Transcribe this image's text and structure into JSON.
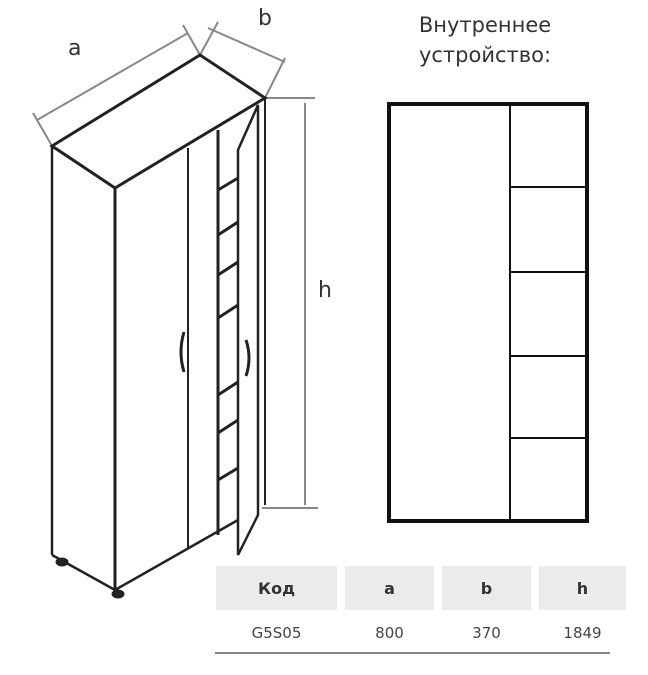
{
  "dimension_labels": {
    "a": "a",
    "b": "b",
    "h": "h"
  },
  "internal_title": [
    "Внутреннее",
    "устройство:"
  ],
  "table": {
    "headers": [
      "Код",
      "a",
      "b",
      "h"
    ],
    "rows": [
      [
        "G5S05",
        "800",
        "370",
        "1849"
      ]
    ]
  }
}
